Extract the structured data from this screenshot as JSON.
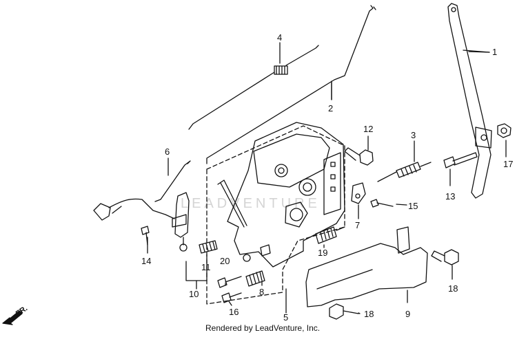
{
  "diagram": {
    "footer": "Rendered by LeadVenture, Inc.",
    "watermark": "LEADVENTURE",
    "direction_label": "FR.",
    "callouts": {
      "c1": "1",
      "c2": "2",
      "c3": "3",
      "c4": "4",
      "c5": "5",
      "c6": "6",
      "c7": "7",
      "c8": "8",
      "c9": "9",
      "c10": "10",
      "c11": "11",
      "c12": "12",
      "c13": "13",
      "c14": "14",
      "c15": "15",
      "c16": "16",
      "c17": "17",
      "c18a": "18",
      "c18b": "18",
      "c19": "19",
      "c20": "20"
    }
  }
}
